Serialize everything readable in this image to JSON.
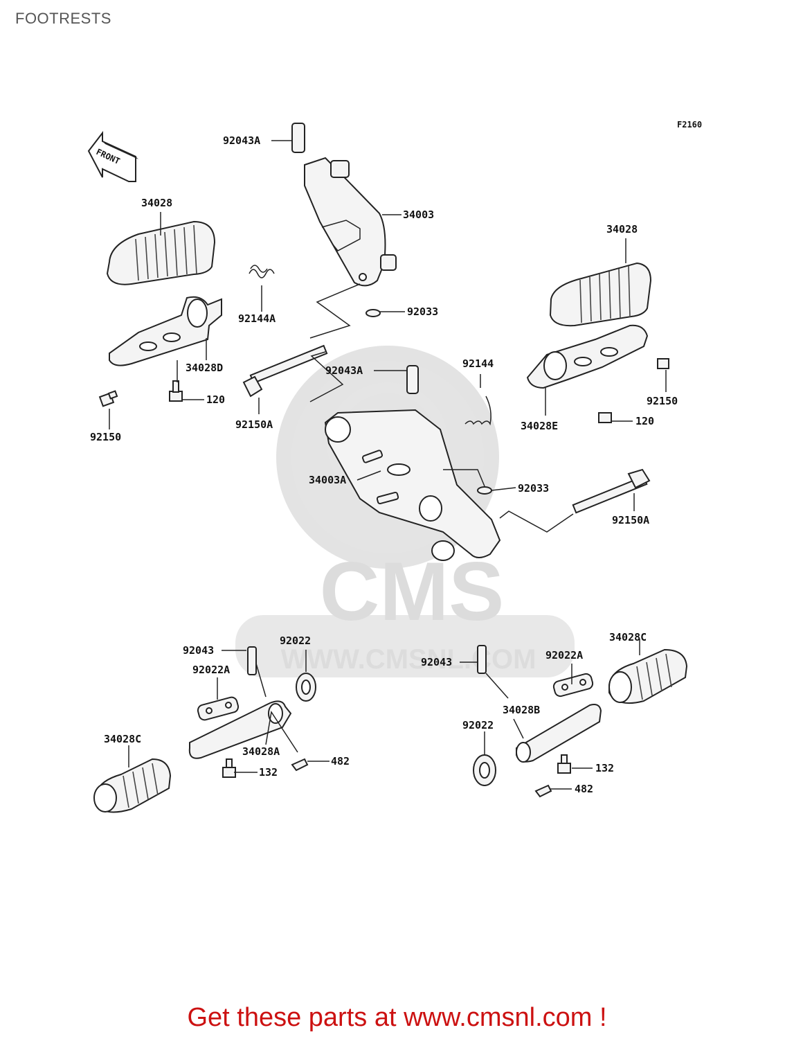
{
  "title": "FOOTRESTS",
  "figure_code": "F2160",
  "front_arrow_text": "FRONT",
  "watermark": {
    "logo": "CMS",
    "url": "WWW.CMSNL.COM"
  },
  "cta": "Get these parts at www.cmsnl.com !",
  "labels": {
    "l01": "92043A",
    "l02": "34003",
    "l03": "34028",
    "l04": "92144A",
    "l05": "92033",
    "l06": "34028",
    "l07": "34028D",
    "l08": "120",
    "l09": "92150",
    "l10": "92150A",
    "l11": "92043A",
    "l12": "92144",
    "l13": "92150",
    "l14": "34028E",
    "l15": "120",
    "l16": "34003A",
    "l17": "92033",
    "l18": "92150A",
    "l19": "92043",
    "l20": "92022",
    "l21": "92022A",
    "l22": "34028A",
    "l23": "482",
    "l24": "132",
    "l25": "34028C",
    "l26": "92043",
    "l27": "92022A",
    "l28": "34028C",
    "l29": "34028B",
    "l30": "92022",
    "l31": "132",
    "l32": "482"
  }
}
